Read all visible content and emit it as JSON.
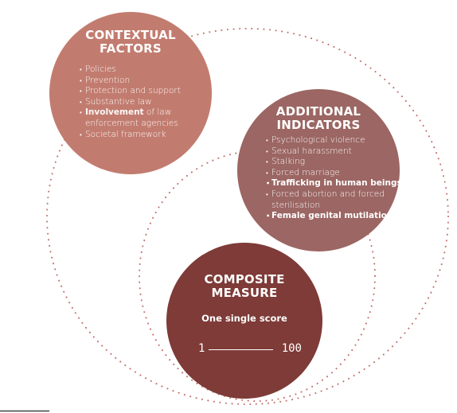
{
  "colors": {
    "contextual": "#c27c6f",
    "additional": "#9b6663",
    "composite": "#7e3b37",
    "dotted_ring": "#c2706a"
  },
  "contextual": {
    "title_line1": "CONTEXTUAL",
    "title_line2": "FACTORS",
    "items": [
      "Policies",
      "Prevention",
      "Protection and support",
      "Substantive law",
      {
        "strong": "Involvement",
        "rest": " of law enforcement agencies"
      },
      "Societal framework"
    ]
  },
  "additional": {
    "title_line1": "ADDITIONAL",
    "title_line2": "INDICATORS",
    "items": [
      "Psychological violence",
      "Sexual harassment",
      "Stalking",
      "Forced marriage",
      "Trafficking in human beings",
      "Forced abortion and forced sterilisation",
      "Female genital mutilation"
    ]
  },
  "composite": {
    "title_line1": "COMPOSITE",
    "title_line2": "MEASURE",
    "subtitle": "One single score",
    "scale_min": "1",
    "scale_max": "100"
  }
}
